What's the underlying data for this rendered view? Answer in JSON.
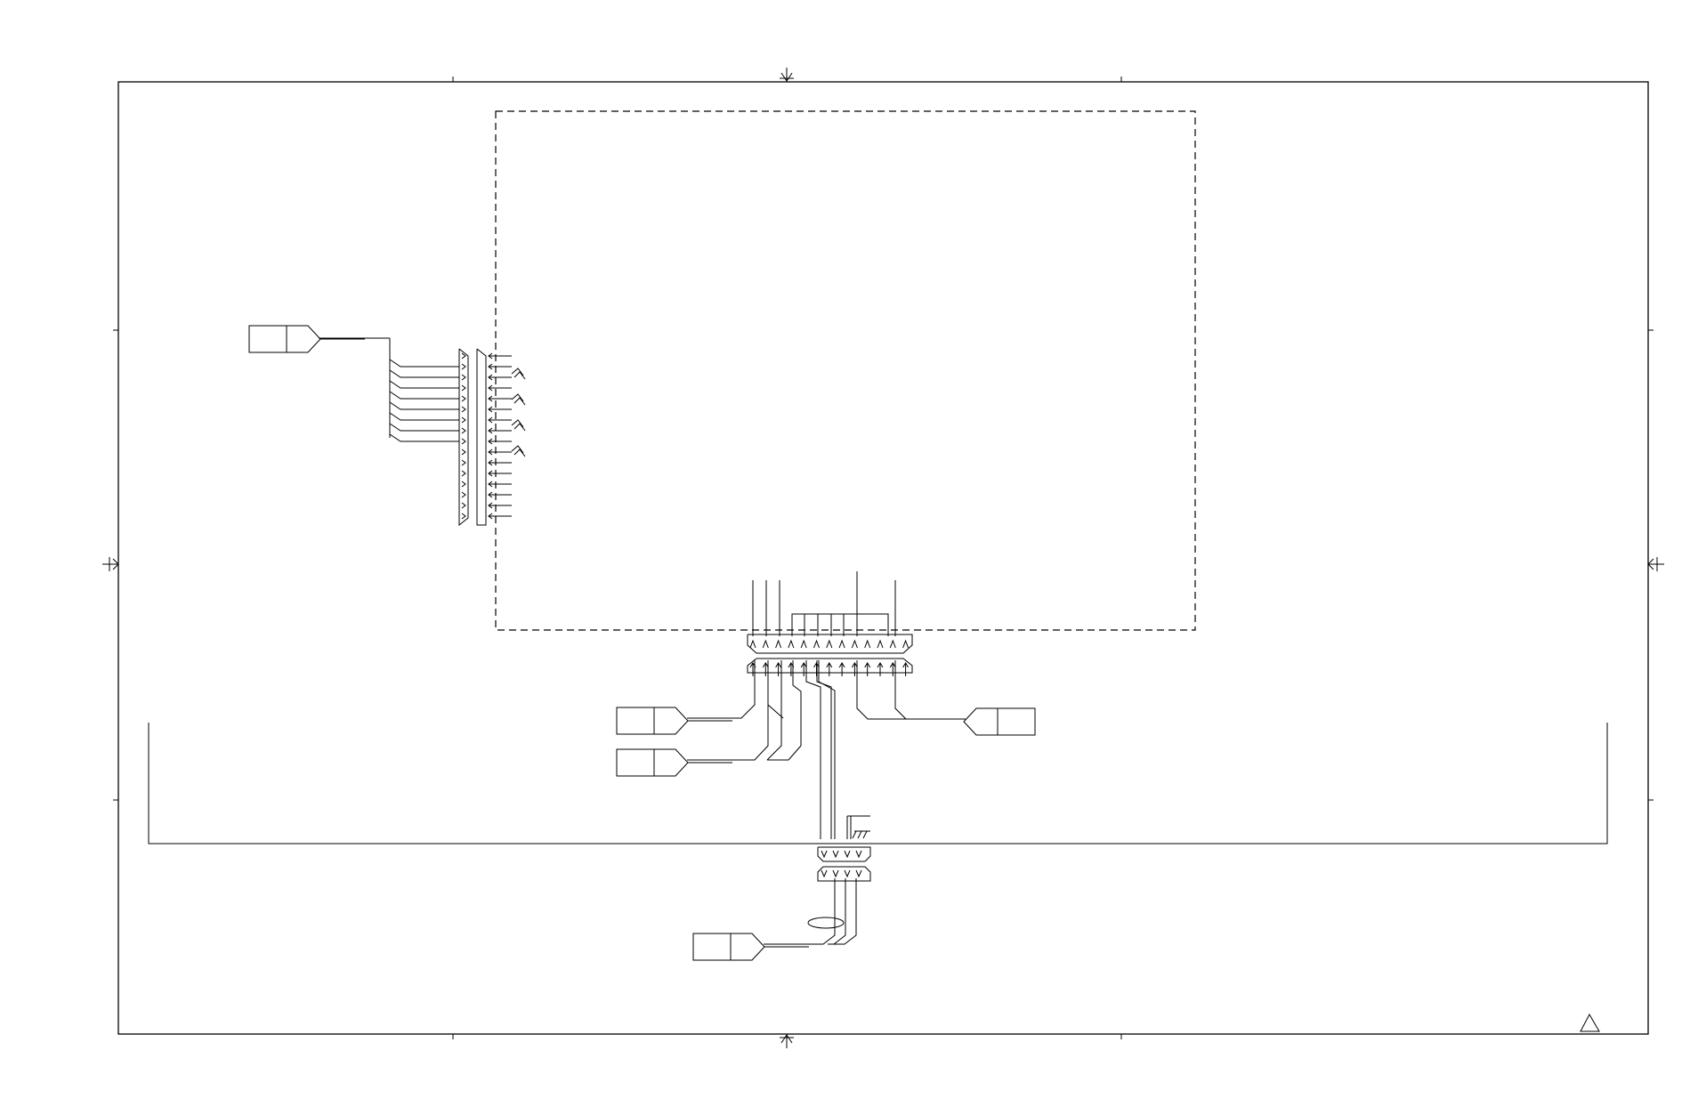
{
  "diagram": {
    "type": "wiring-schematic",
    "colors": {
      "line": "#000000",
      "background": "#ffffff"
    },
    "left_connector_pins": 16,
    "bottom_connector_pins": 13,
    "lower_connector_pins": 4,
    "offpage_connectors": 5,
    "revision_symbol": "triangle-icon"
  }
}
